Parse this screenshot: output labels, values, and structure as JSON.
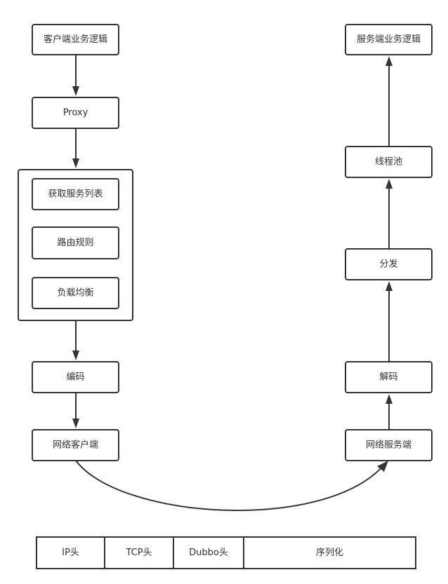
{
  "client": {
    "business_logic": "客户端业务逻辑",
    "proxy": "Proxy",
    "get_service_list": "获取服务列表",
    "routing_rules": "路由规则",
    "load_balance": "负载均衡",
    "encode": "编码",
    "network_client": "网络客户端"
  },
  "server": {
    "business_logic": "服务端业务逻辑",
    "thread_pool": "线程池",
    "dispatch": "分发",
    "decode": "解码",
    "network_server": "网络服务端"
  },
  "packet": {
    "ip_header": "IP头",
    "tcp_header": "TCP头",
    "dubbo_header": "Dubbo头",
    "serialization": "序列化"
  },
  "colors": {
    "stroke": "#333333",
    "background": "#ffffff"
  }
}
